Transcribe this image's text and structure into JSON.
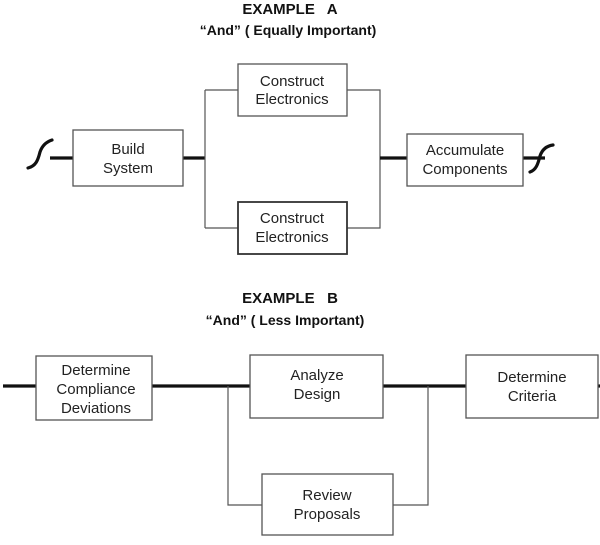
{
  "example_a": {
    "title": "EXAMPLE   A",
    "subtitle": "“And” ( Equally Important)",
    "boxes": {
      "build_system": [
        "Build",
        "System"
      ],
      "construct_top": [
        "Construct",
        "Electronics"
      ],
      "construct_bottom": [
        "Construct",
        "Electronics"
      ],
      "accumulate": [
        "Accumulate",
        "Components"
      ]
    }
  },
  "example_b": {
    "title": "EXAMPLE   B",
    "subtitle": "“And” ( Less Important)",
    "boxes": {
      "determine_compliance": [
        "Determine",
        "Compliance",
        "Deviations"
      ],
      "analyze_design": [
        "Analyze",
        "Design"
      ],
      "determine_criteria": [
        "Determine",
        "Criteria"
      ],
      "review_proposals": [
        "Review",
        "Proposals"
      ]
    }
  }
}
